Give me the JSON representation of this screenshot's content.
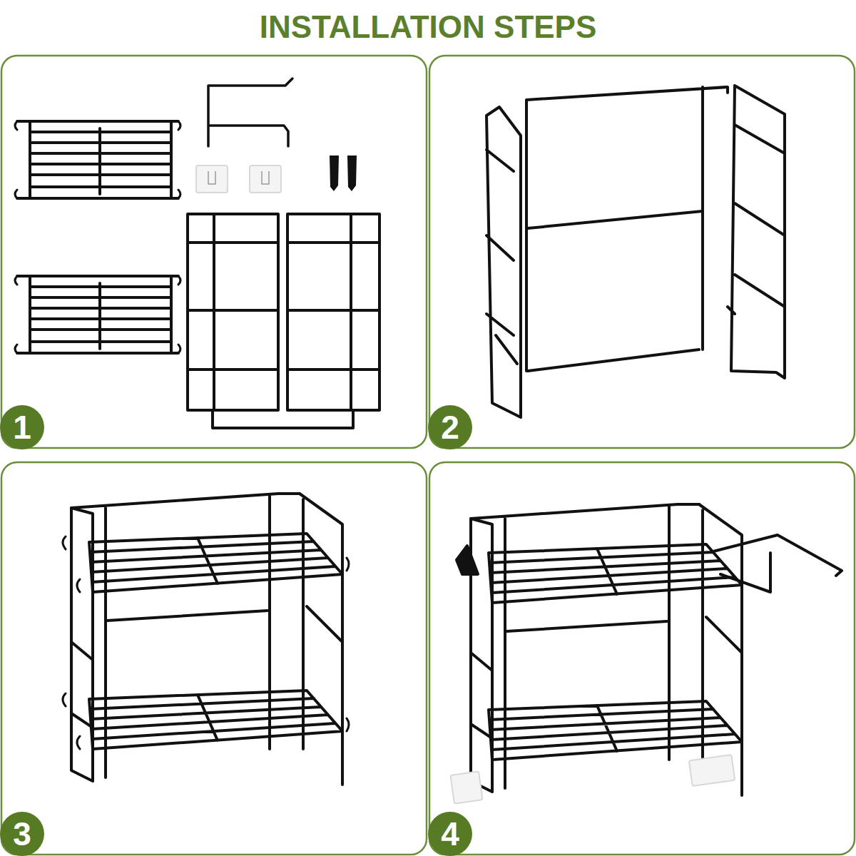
{
  "diagram": {
    "title": "INSTALLATION STEPS",
    "nodes": [
      {
        "text": [
          "1"
        ]
      },
      {
        "text": [
          "2"
        ]
      },
      {
        "text": [
          "3"
        ]
      },
      {
        "text": [
          "4"
        ]
      }
    ]
  }
}
